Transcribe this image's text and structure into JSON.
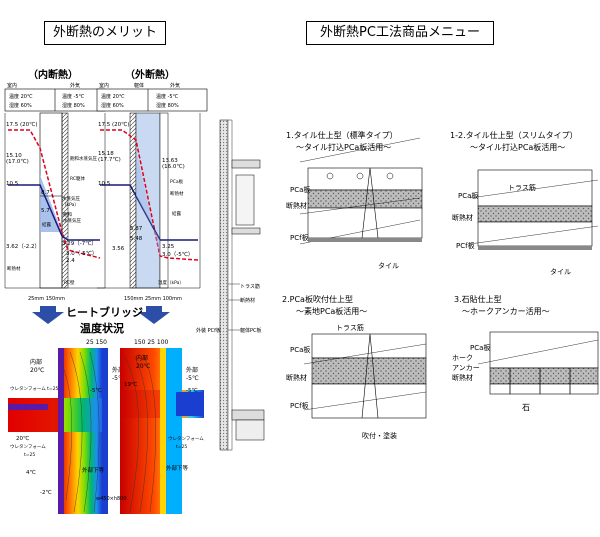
{
  "titles": {
    "left": "外断熱のメリット",
    "right": "外断熱PC工法商品メニュー"
  },
  "left_panel": {
    "inner_label": "（内断熱）",
    "outer_label": "（外断熱）",
    "inner_table": {
      "room": "室内",
      "outside": "外気",
      "temp_in": "温度 20℃",
      "hum_in": "湿度 60%",
      "temp_out": "温度 -5℃",
      "hum_out": "湿度 80%"
    },
    "outer_table": {
      "room": "室内",
      "outside": "外気",
      "body": "躯体",
      "temp_in": "温度 20℃",
      "hum_in": "湿度 60%",
      "temp_out": "温度 -5℃",
      "hum_out": "湿度 80%"
    },
    "inner_values": {
      "v1": "17.5 (20℃)",
      "v2": "15.10",
      "v3": "(17.0℃)",
      "v4": "10.5",
      "v5": "8.7",
      "v6": "5.7",
      "v7": "3.62（-2.2）",
      "v8": "3.29（-7℃）",
      "v9": "3.0（-5℃）",
      "v10": "2.4"
    },
    "outer_values": {
      "v1": "17.5 (20℃)",
      "v2": "15.18",
      "v3": "(17.7℃)",
      "v4": "10.5",
      "v5": "13.63",
      "v6": "(16.0℃)",
      "v7": "5.87",
      "v8": "5.48",
      "v9": "3.56",
      "v10": "3.25",
      "v11": "3.0（-5℃）"
    },
    "inner_annot": {
      "a1": "飽和水蒸気圧",
      "a2": "RC躯体",
      "a3": "水蒸気圧",
      "a4": "（kPa）",
      "a5": "結露",
      "a6": "断熱材",
      "a7": "RC壁",
      "a8": "温度（kPa）",
      "a9": "飽和",
      "a10": "水蒸気圧"
    },
    "outer_annot": {
      "a1": "RC躯体",
      "a2": "PCa板",
      "a3": "断熱材",
      "a4": "結露",
      "a5": "温度（kPa）"
    },
    "inner_dims": "25mm   150mm",
    "outer_dims": "150mm 25mm 100mm",
    "heat_title": "ヒートブリッジ",
    "heat_subtitle": "温度状況",
    "heat_dims_left": "25 150",
    "heat_dims_right": "150 25 100",
    "heat_left": {
      "inside": "内部",
      "inside_temp": "20℃",
      "outside": "外部",
      "outside_temp": "-5℃",
      "foam": "ウレタンフォーム t=25",
      "c_neg5": "-5℃",
      "c_20": "20℃",
      "foam2": "ウレタンフォーム",
      "t25": "t=25",
      "c_4": "4℃",
      "c_neg2": "-2℃",
      "under": "外部下等"
    },
    "heat_right": {
      "inside": "内部",
      "inside_temp": "20℃",
      "outside": "外部",
      "outside_temp": "-5℃",
      "c_19": "19℃",
      "c_neg5": "-5℃",
      "foam": "ウレタンフォーム",
      "t25": "t=25",
      "under": "外部下等",
      "size": "w450×h800"
    }
  },
  "middle_section": {
    "truss": "トラス筋",
    "insulation": "断熱材",
    "inner_pcf": "外装 PCf板",
    "body_pc": "躯体PC板"
  },
  "menu": {
    "item1": {
      "title": "1.タイル仕上型（標準タイプ）",
      "subtitle": "～タイル打込PCa板活用～",
      "pca": "PCa板",
      "insulation": "断熱材",
      "pcf": "PCf板",
      "tile": "タイル"
    },
    "item12": {
      "title": "1-2.タイル仕上型（スリムタイプ）",
      "subtitle": "～タイル打込PCa板活用～",
      "pca": "PCa板",
      "truss": "トラス筋",
      "insulation": "断熱材",
      "pcf": "PCf板",
      "tile": "タイル"
    },
    "item2": {
      "title": "2.PCa板吹付仕上型",
      "subtitle": "～素地PCa板活用～",
      "truss": "トラス筋",
      "pca": "PCa板",
      "insulation": "断熱材",
      "pcf": "PCf板",
      "finish": "吹付・塗装"
    },
    "item3": {
      "title": "3.石貼仕上型",
      "subtitle": "～ホークアンカー活用～",
      "pca": "PCa板",
      "hawk": "ホーク",
      "anchor": "アンカー",
      "insulation": "断熱材",
      "stone": "石"
    }
  }
}
